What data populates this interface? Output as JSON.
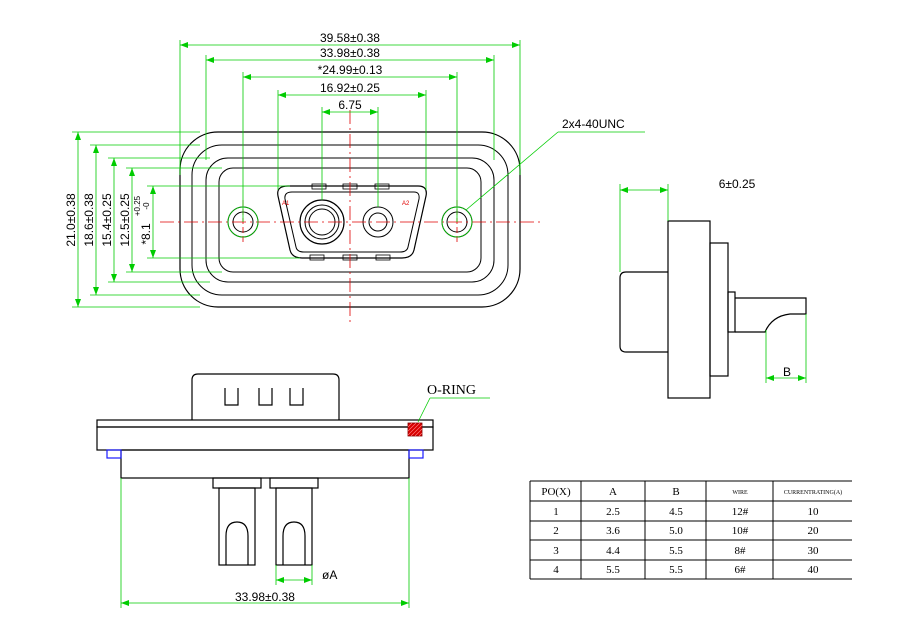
{
  "front_view": {
    "width_outer": "39.58±0.38",
    "width_mid": "33.98±0.38",
    "hole_pitch": "*24.99±0.13",
    "shell_width": "16.92±0.25",
    "contact_pitch": "6.75",
    "thread_callout": "2x4-40UNC",
    "height_outer": "21.0±0.38",
    "height_mid": "18.6±0.38",
    "height_inner": "15.4±0.25",
    "height_shell": "12.5±0.25",
    "height_pin_main": "*8.1",
    "height_pin_tol_upper": "+0.25",
    "height_pin_tol_lower": "-0",
    "contact_label_a1": "A1",
    "contact_label_a2": "A2"
  },
  "side_view": {
    "depth": "6±0.25",
    "label_b": "B"
  },
  "bottom_view": {
    "oring_label": "O-RING",
    "width": "33.98±0.38",
    "diameter_label": "øA"
  },
  "table": {
    "headers": [
      "PO(X)",
      "A",
      "B",
      "WIRE",
      "CURRENTRATING(A)"
    ],
    "rows": [
      [
        "1",
        "2.5",
        "4.5",
        "12#",
        "10"
      ],
      [
        "2",
        "3.6",
        "5.0",
        "10#",
        "20"
      ],
      [
        "3",
        "4.4",
        "5.5",
        "8#",
        "30"
      ],
      [
        "4",
        "5.5",
        "5.5",
        "6#",
        "40"
      ]
    ]
  },
  "colors": {
    "line": "#000000",
    "dimension": "#00cc00",
    "center": "#e00000",
    "oring": "#e00000",
    "tab": "#1a1aff"
  }
}
